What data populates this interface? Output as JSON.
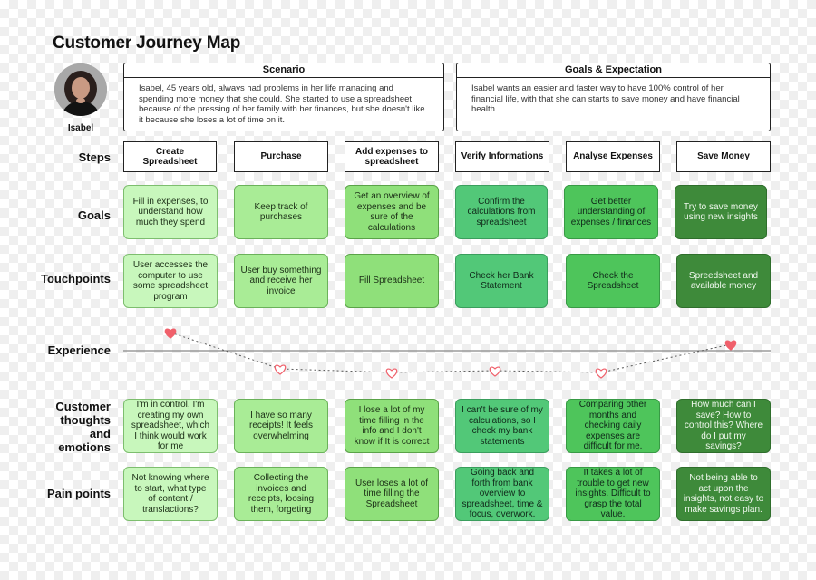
{
  "title": "Customer Journey Map",
  "persona": {
    "name": "Isabel"
  },
  "scenario": {
    "heading": "Scenario",
    "text": "Isabel, 45 years old, always had problems in her life managing and spending more money that she could.  She started to use a spreadsheet because of the pressing of her family with her finances, but she doesn't like it because she loses a lot of time on it."
  },
  "goals_expectation": {
    "heading": "Goals & Expectation",
    "text": "Isabel wants an easier and faster way to have 100% control of her financial life, with that she can starts to save money and have financial health."
  },
  "row_labels": {
    "steps": "Steps",
    "goals": "Goals",
    "touchpoints": "Touchpoints",
    "experience": "Experience",
    "emotions": "Customer thoughts and emotions",
    "pain_points": "Pain points"
  },
  "steps": [
    "Create Spreadsheet",
    "Purchase",
    "Add expenses to spreadsheet",
    "Verify Informations",
    "Analyse Expenses",
    "Save Money"
  ],
  "goals": [
    "Fill in expenses, to understand how much they spend",
    "Keep track of purchases",
    "Get an overview of expenses and be sure of the calculations",
    "Confirm the calculations from spreadsheet",
    "Get better understanding of expenses / finances",
    "Try to save money using new insights"
  ],
  "touchpoints": [
    "User accesses the computer to use some spreadsheet program",
    "User buy something and receive her invoice",
    "Fill Spreadsheet",
    "Check her Bank Statement",
    "Check the Spreadsheet",
    "Spreedsheet and available money"
  ],
  "experience": {
    "points": [
      {
        "level": 1,
        "filled": true
      },
      {
        "level": -1,
        "filled": false
      },
      {
        "level": -1.2,
        "filled": false
      },
      {
        "level": -1.1,
        "filled": false
      },
      {
        "level": -1.2,
        "filled": false
      },
      {
        "level": 0.35,
        "filled": true
      }
    ],
    "colors": {
      "filled": "#f0606b",
      "outline": "#f0606b",
      "line": "#555555",
      "baseline": "#888888"
    }
  },
  "emotions": [
    "I'm in control, I'm creating my own spreadsheet, which I think would work for me",
    "I have so many receipts! It feels overwhelming",
    "I lose a lot of my time filling in the info and I don't know if It is correct",
    "I can't be sure of my calculations, so I check my bank statements",
    "Comparing other months and checking daily expenses are difficult for me.",
    "How much can  I save? How to control this? Where do I put my savings?"
  ],
  "pain_points": [
    "Not knowing where to start, what type of content / translactions?",
    "Collecting the invoices and receipts, loosing them, forgeting",
    "User loses a lot of time filling the Spreadsheet",
    "Going back and forth from bank overview to spreadsheet, time & focus, overwork.",
    "It takes a lot of trouble to get new insights. Difficult to grasp the total value.",
    "Not being able to act upon the insights, not easy to make savings plan."
  ],
  "card_colors": [
    "#c8f7bc",
    "#a9ec96",
    "#8fe07a",
    "#52c878",
    "#4ec55b",
    "#3e8a3a"
  ]
}
